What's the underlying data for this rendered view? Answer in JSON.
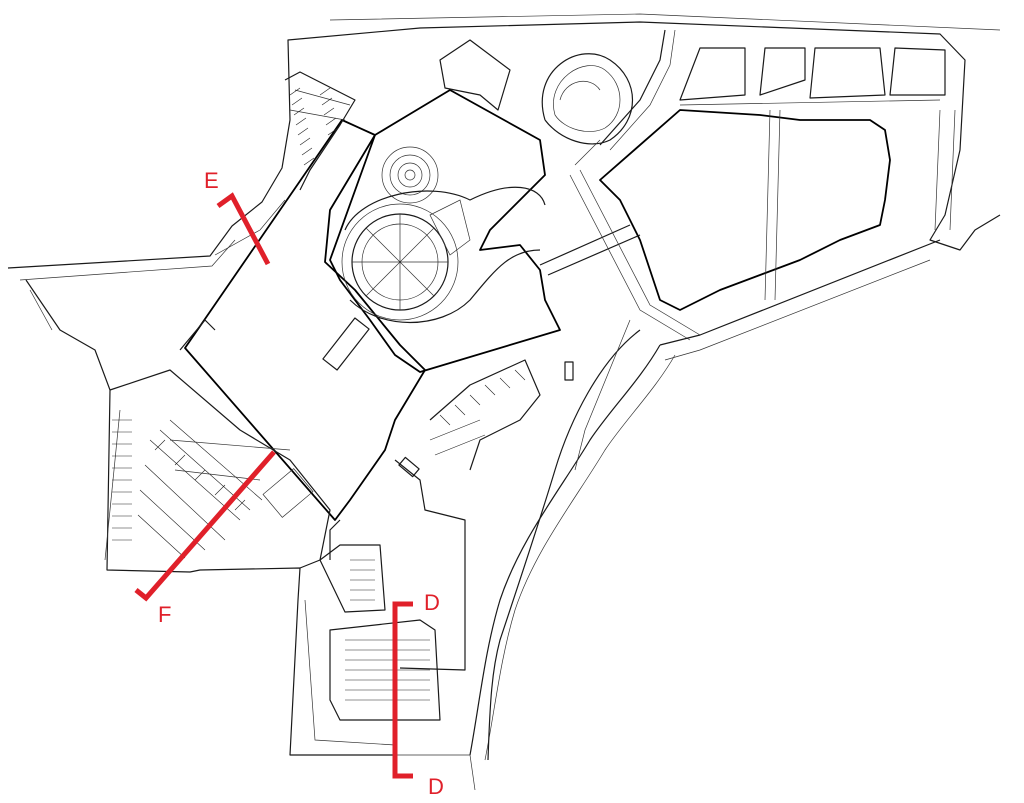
{
  "colors": {
    "line": "#1a1a1a",
    "section_cut": "#e0202a",
    "background": "#ffffff"
  },
  "section_cuts": {
    "e": {
      "label": "E"
    },
    "f": {
      "label": "F"
    },
    "d_top": {
      "label": "D"
    },
    "d_bottom": {
      "label": "D"
    }
  }
}
